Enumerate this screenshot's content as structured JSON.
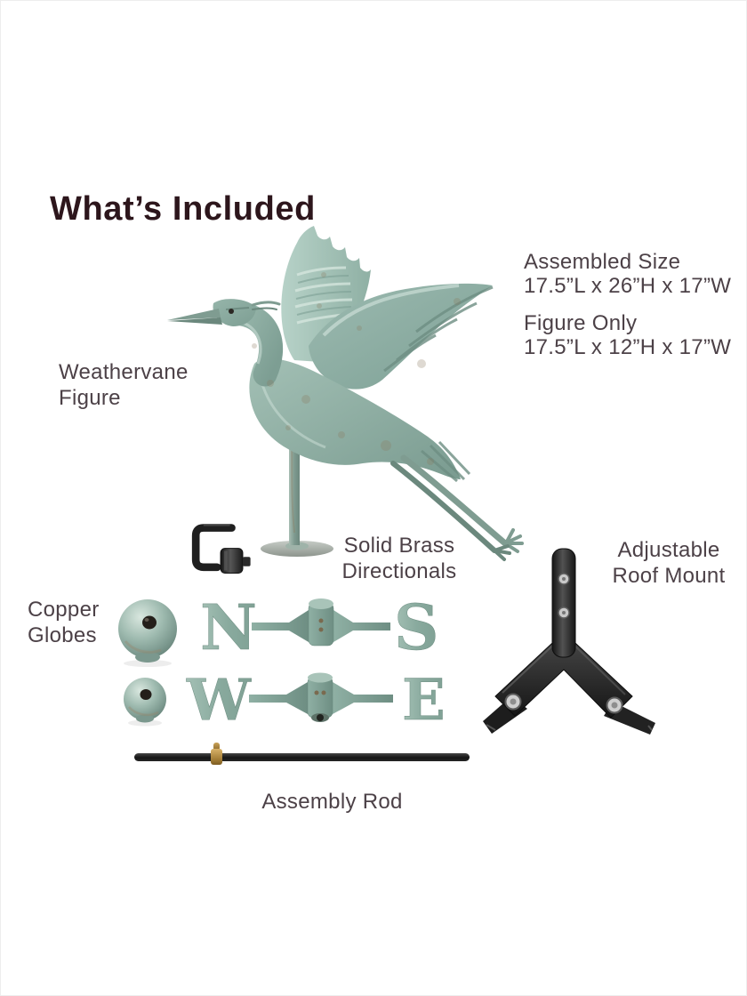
{
  "title": "What’s Included",
  "specs": {
    "assembled_size_label": "Assembled Size",
    "assembled_size_value": "17.5”L x 26”H x 17”W",
    "figure_only_label": "Figure Only",
    "figure_only_value": "17.5”L x 12”H x 17”W"
  },
  "parts": {
    "weathervane_figure": [
      "Weathervane",
      "Figure"
    ],
    "copper_globes": [
      "Copper",
      "Globes"
    ],
    "directionals": [
      "Solid Brass",
      "Directionals"
    ],
    "roof_mount": [
      "Adjustable",
      "Roof Mount"
    ],
    "assembly_rod": "Assembly Rod"
  },
  "compass": {
    "n": "N",
    "s": "S",
    "w": "W",
    "e": "E"
  },
  "colors": {
    "title_text": "#2d161c",
    "label_text": "#4c4147",
    "verdigris": "#8fb0a4",
    "verdigris_light": "#b7d2c8",
    "verdigris_dark": "#6e8e83",
    "hardware_black": "#1f1f1f",
    "brass": "#b08c45",
    "background": "#ffffff"
  }
}
